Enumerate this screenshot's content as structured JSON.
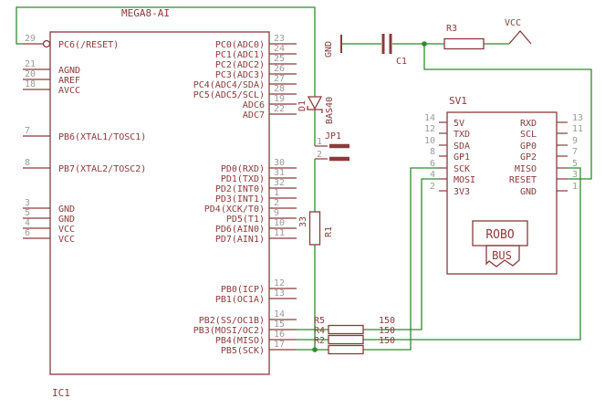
{
  "colors": {
    "background": "#FFFFFF",
    "component": "#8B3A3A",
    "wire": "#2E8B2E",
    "pin_number": "#9B9B9B"
  },
  "ic": {
    "title": "MEGA8-AI",
    "refdes": "IC1",
    "left_pins": [
      {
        "number": "29",
        "label": "PC6(/RESET)"
      },
      {
        "number": "21",
        "label": "AGND"
      },
      {
        "number": "20",
        "label": "AREF"
      },
      {
        "number": "18",
        "label": "AVCC"
      },
      {
        "number": "7",
        "label": "PB6(XTAL1/TOSC1)"
      },
      {
        "number": "8",
        "label": "PB7(XTAL2/TOSC2)"
      },
      {
        "number": "3",
        "label": "GND"
      },
      {
        "number": "5",
        "label": "GND"
      },
      {
        "number": "4",
        "label": "VCC"
      },
      {
        "number": "6",
        "label": "VCC"
      }
    ],
    "right_pins": [
      {
        "number": "23",
        "label": "PC0(ADC0)"
      },
      {
        "number": "24",
        "label": "PC1(ADC1)"
      },
      {
        "number": "25",
        "label": "PC2(ADC2)"
      },
      {
        "number": "26",
        "label": "PC3(ADC3)"
      },
      {
        "number": "27",
        "label": "PC4(ADC4/SDA)"
      },
      {
        "number": "28",
        "label": "PC5(ADC5/SCL)"
      },
      {
        "number": "19",
        "label": "ADC6"
      },
      {
        "number": "22",
        "label": "ADC7"
      },
      {
        "number": "30",
        "label": "PD0(RXD)"
      },
      {
        "number": "31",
        "label": "PD1(TXD)"
      },
      {
        "number": "32",
        "label": "PD2(INT0)"
      },
      {
        "number": "1",
        "label": "PD3(INT1)"
      },
      {
        "number": "2",
        "label": "PD4(XCK/T0)"
      },
      {
        "number": "9",
        "label": "PD5(T1)"
      },
      {
        "number": "10",
        "label": "PD6(AIN0)"
      },
      {
        "number": "11",
        "label": "PD7(AIN1)"
      },
      {
        "number": "12",
        "label": "PB0(ICP)"
      },
      {
        "number": "13",
        "label": "PB1(OC1A)"
      },
      {
        "number": "14",
        "label": "PB2(SS/OC1B)"
      },
      {
        "number": "15",
        "label": "PB3(MOSI/OC2)"
      },
      {
        "number": "16",
        "label": "PB4(MISO)"
      },
      {
        "number": "17",
        "label": "PB5(SCK)"
      }
    ]
  },
  "connector": {
    "title": "SV1",
    "banner_line1": "ROBO",
    "banner_line2": "BUS",
    "rows": [
      {
        "left_number": "14",
        "left_label": "5V",
        "right_label": "RXD",
        "right_number": "13"
      },
      {
        "left_number": "12",
        "left_label": "TXD",
        "right_label": "SCL",
        "right_number": "11"
      },
      {
        "left_number": "10",
        "left_label": "SDA",
        "right_label": "GP0",
        "right_number": "9"
      },
      {
        "left_number": "8",
        "left_label": "GP1",
        "right_label": "GP2",
        "right_number": "7"
      },
      {
        "left_number": "6",
        "left_label": "SCK",
        "right_label": "MISO",
        "right_number": "5"
      },
      {
        "left_number": "4",
        "left_label": "MOSI",
        "right_label": "RESET",
        "right_number": "3"
      },
      {
        "left_number": "2",
        "left_label": "3V3",
        "right_label": "GND",
        "right_number": "1"
      }
    ]
  },
  "components": {
    "gnd_label": "GND",
    "vcc_label": "VCC",
    "c1": {
      "name": "C1"
    },
    "r3": {
      "name": "R3"
    },
    "d1": {
      "name": "D1",
      "value": "BAS40"
    },
    "jp1": {
      "name": "JP1",
      "pin1": "1",
      "pin2": "2"
    },
    "r1": {
      "name": "R1",
      "value": "33"
    },
    "r5": {
      "name": "R5",
      "value": "150"
    },
    "r4": {
      "name": "R4",
      "value": "150"
    },
    "r2": {
      "name": "R2",
      "value": "150"
    }
  }
}
